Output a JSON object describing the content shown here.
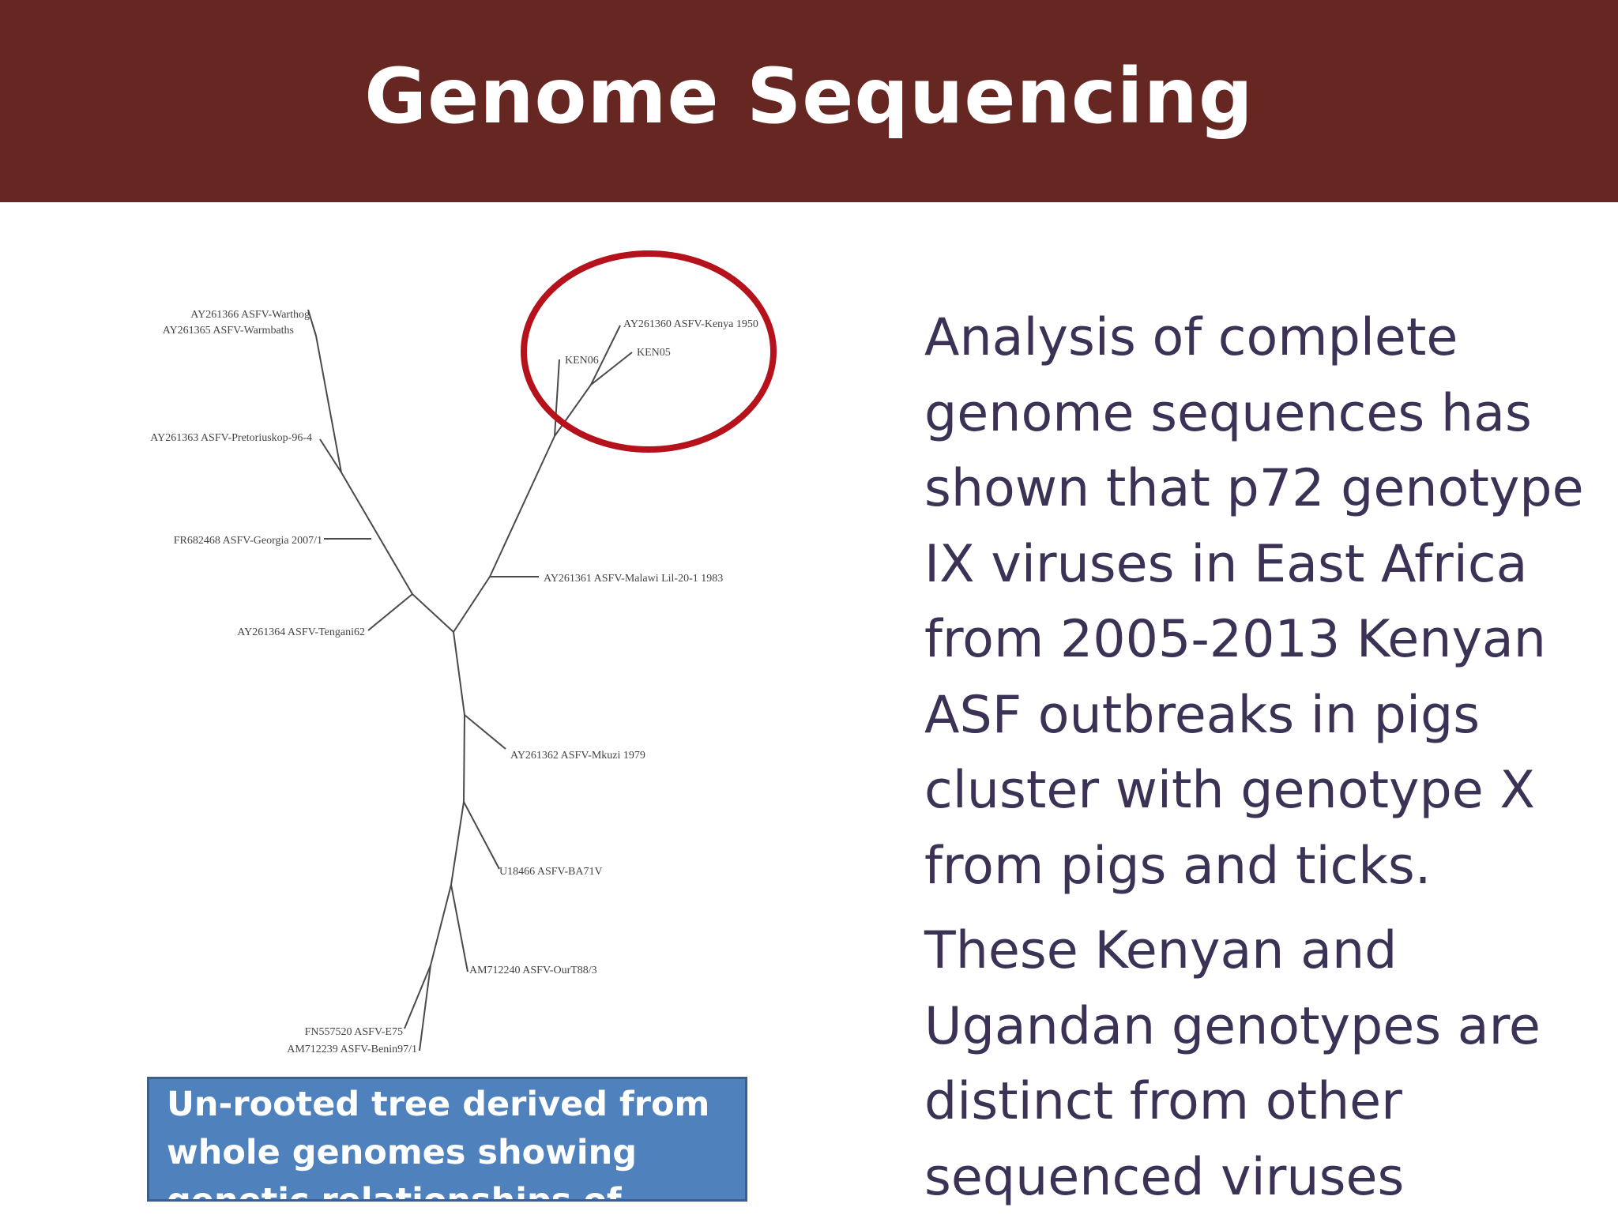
{
  "slide": {
    "title": "Genome Sequencing"
  },
  "tree": {
    "labels": [
      "AY261366 ASFV-Warthog",
      "AY261365 ASFV-Warmbaths",
      "AY261363 ASFV-Pretoriuskop-96-4",
      "FR682468 ASFV-Georgia 2007/1",
      "AY261364 ASFV-Tengani62",
      "AY261360 ASFV-Kenya 1950",
      "KEN06",
      "KEN05",
      "AY261361 ASFV-Malawi Lil-20-1 1983",
      "AY261362 ASFV-Mkuzi 1979",
      "U18466 ASFV-BA71V",
      "AM712240 ASFV-OurT88/3",
      "FN557520 ASFV-E75",
      "AM712239 ASFV-Benin97/1"
    ],
    "highlight_color": "#b5121b"
  },
  "caption": {
    "text": "Un-rooted tree derived from whole genomes  showing genetic relationships of ASFV genomes"
  },
  "body": {
    "paragraph_1": "Analysis of complete genome sequences has shown that  p72 genotype IX viruses in East Africa from 2005-2013 Kenyan ASF outbreaks in pigs cluster with genotype X from pigs and ticks.",
    "paragraph_2": "These Kenyan and Ugandan genotypes are distinct from other sequenced viruses"
  },
  "colors": {
    "title_bar": "#662722",
    "title_text": "#ffffff",
    "body_text": "#3b3256",
    "caption_bg": "#4f81bd",
    "caption_border": "#3a5f8f",
    "highlight_circle": "#b5121b"
  }
}
